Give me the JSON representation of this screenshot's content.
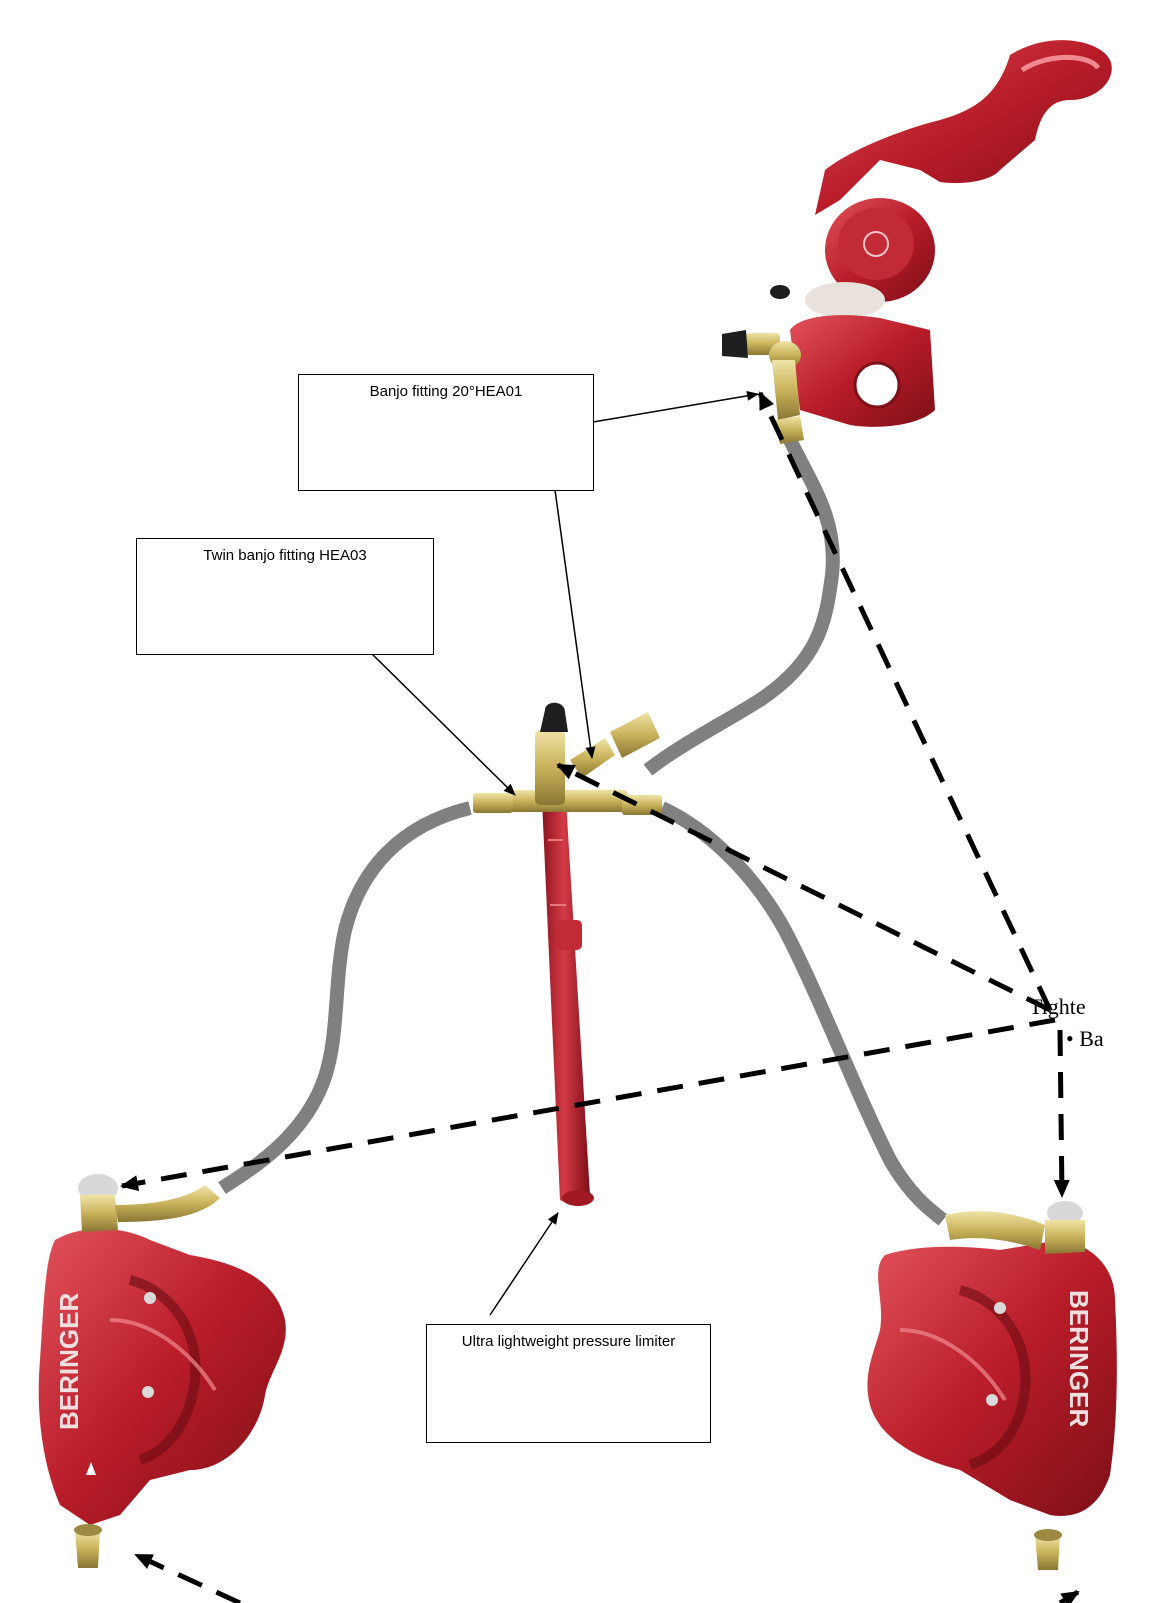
{
  "labels": {
    "banjo_20": "Banjo fitting 20°HEA01",
    "twin_banjo": "Twin banjo fitting HEA03",
    "pressure_limiter": "Ultra lightweight pressure limiter",
    "tighten_note": "Tighte",
    "bullet_note": "• Ba"
  },
  "caliper_brand": "BERINGER",
  "colors": {
    "background": "#ffffff",
    "anodized_red": "#b81c28",
    "red_dark": "#7d0f18",
    "red_light": "#e2535c",
    "hose_gray": "#808080",
    "brass": "#c9b25a",
    "arrow": "#000000"
  },
  "icons": [
    "master-cylinder-icon",
    "pressure-limiter-icon",
    "caliper-icon",
    "banjo-fitting-icon"
  ]
}
